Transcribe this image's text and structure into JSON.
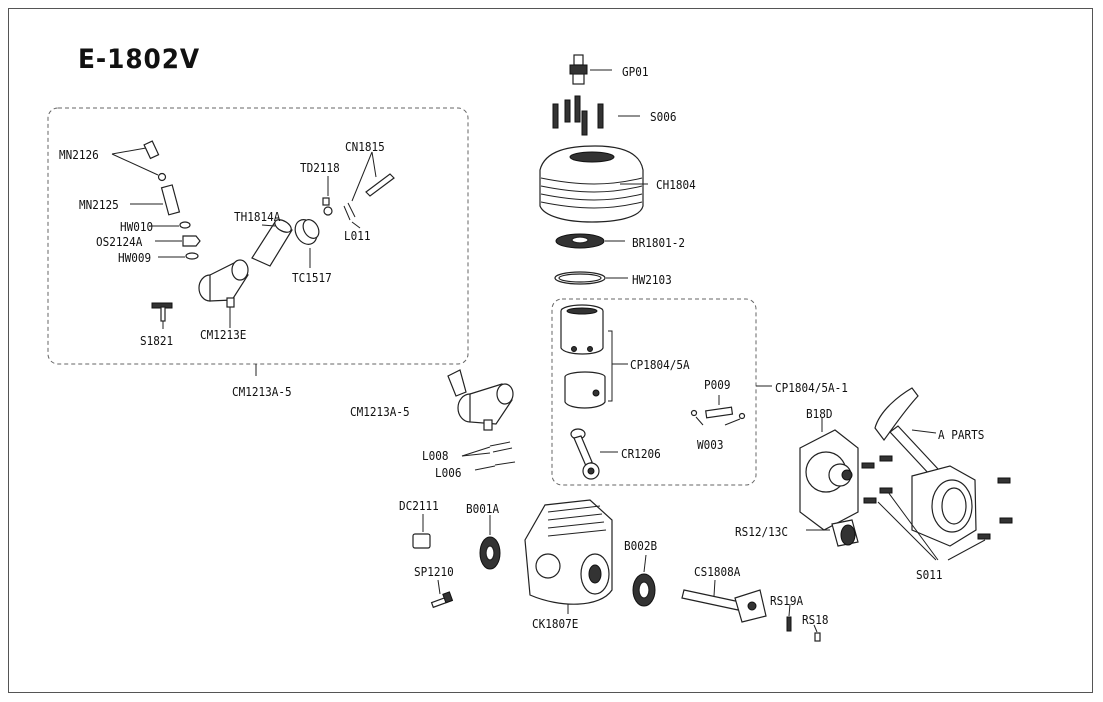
{
  "title": "E-1802V",
  "labels": {
    "GP01": "GP01",
    "S006": "S006",
    "CH1804": "CH1804",
    "BR1801_2": "BR1801-2",
    "HW2103": "HW2103",
    "CP1804_5A": "CP1804/5A",
    "CP1804_5A_1": "CP1804/5A-1",
    "P009": "P009",
    "W003": "W003",
    "CR1206": "CR1206",
    "B18D": "B18D",
    "A_PARTS": "A PARTS",
    "RS12_13C": "RS12/13C",
    "S011": "S011",
    "MN2126": "MN2126",
    "MN2125": "MN2125",
    "HW010": "HW010",
    "OS2124A": "OS2124A",
    "HW009": "HW009",
    "TH1814A": "TH1814A",
    "TD2118": "TD2118",
    "CN1815": "CN1815",
    "L011": "L011",
    "TC1517": "TC1517",
    "S1821": "S1821",
    "CM1213E": "CM1213E",
    "CM1213A_5_box": "CM1213A-5",
    "CM1213A_5": "CM1213A-5",
    "L008": "L008",
    "L006": "L006",
    "DC2111": "DC2111",
    "B001A": "B001A",
    "SP1210": "SP1210",
    "CK1807E": "CK1807E",
    "B002B": "B002B",
    "CS1808A": "CS1808A",
    "RS19A": "RS19A",
    "RS18": "RS18"
  }
}
